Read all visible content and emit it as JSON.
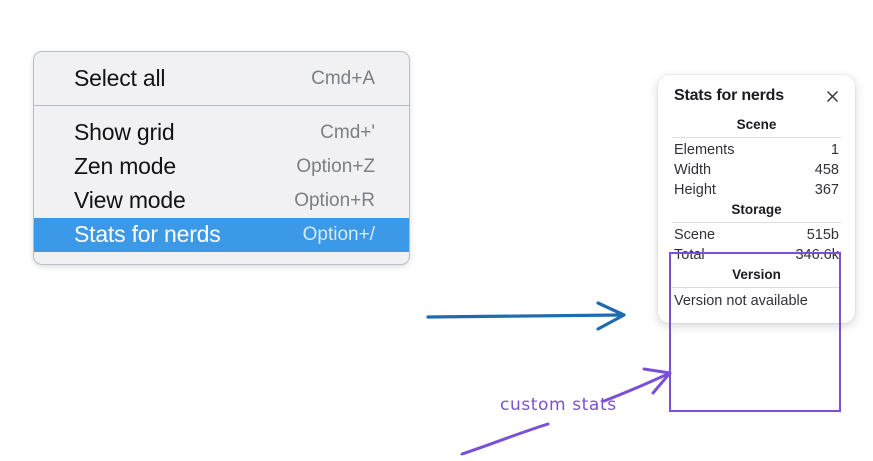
{
  "context_menu": {
    "groups": [
      {
        "items": [
          {
            "label": "Select all",
            "shortcut": "Cmd+A",
            "selected": false
          }
        ]
      },
      {
        "items": [
          {
            "label": "Show grid",
            "shortcut": "Cmd+'",
            "selected": false
          },
          {
            "label": "Zen mode",
            "shortcut": "Option+Z",
            "selected": false
          },
          {
            "label": "View mode",
            "shortcut": "Option+R",
            "selected": false
          },
          {
            "label": "Stats for nerds",
            "shortcut": "Option+/",
            "selected": true
          }
        ]
      }
    ],
    "highlight_color": "#3c99e8"
  },
  "stats_panel": {
    "title": "Stats for nerds",
    "close_icon": "close-icon",
    "sections": [
      {
        "title": "Scene",
        "rows": [
          {
            "label": "Elements",
            "value": "1"
          },
          {
            "label": "Width",
            "value": "458"
          },
          {
            "label": "Height",
            "value": "367"
          }
        ]
      },
      {
        "title": "Storage",
        "rows": [
          {
            "label": "Scene",
            "value": "515b"
          },
          {
            "label": "Total",
            "value": "346.6k"
          }
        ]
      },
      {
        "title": "Version",
        "note": "Version not available",
        "rows": []
      }
    ]
  },
  "annotations": {
    "label": "custom stats",
    "label_color": "#7b50d8",
    "arrow_color": "#1f6bb0"
  }
}
